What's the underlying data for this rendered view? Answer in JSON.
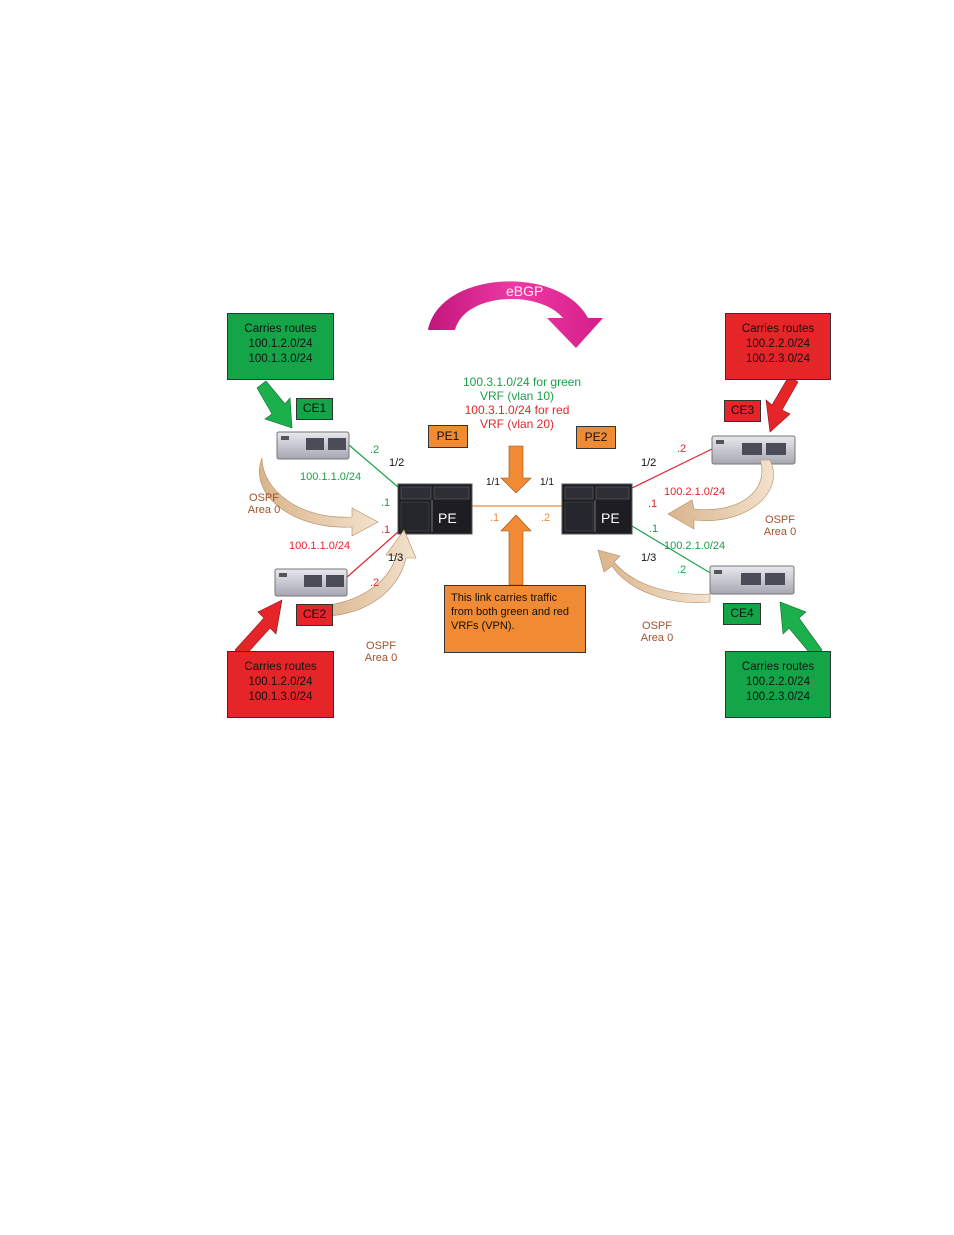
{
  "boxes": {
    "tl": [
      "Carries routes",
      "100.1.2.0/24",
      "100.1.3.0/24"
    ],
    "bl": [
      "Carries routes",
      "100.1.2.0/24",
      "100.1.3.0/24"
    ],
    "tr": [
      "Carries routes",
      "100.2.2.0/24",
      "100.2.3.0/24"
    ],
    "br": [
      "Carries routes",
      "100.2.2.0/24",
      "100.2.3.0/24"
    ],
    "note": [
      "This link carries traffic",
      "from both green and red",
      "VRFs (VPN)."
    ]
  },
  "tags": {
    "ce1": "CE1",
    "ce2": "CE2",
    "ce3": "CE3",
    "ce4": "CE4",
    "pe1": "PE1",
    "pe2": "PE2"
  },
  "pe_label": "PE",
  "ebgp": "eBGP",
  "vrf_text": {
    "green1": "100.3.1.0/24 for green",
    "green2": "VRF (vlan 10)",
    "red1": "100.3.1.0/24 for red",
    "red2": "VRF (vlan 20)"
  },
  "ospf": {
    "ospf": "OSPF",
    "area": "Area 0"
  },
  "subnets": {
    "s1": "100.1.1.0/24",
    "s2": "100.1.1.0/24",
    "s3": "100.2.1.0/24",
    "s4": "100.2.1.0/24"
  },
  "ports": {
    "p12": "1/2",
    "p13": "1/3",
    "p11": "1/1"
  },
  "hosts": {
    "h1": ".1",
    "h2": ".2"
  },
  "colors": {
    "green": "#14a549",
    "red": "#e52528",
    "orange": "#f08a33",
    "magenta": "#e0238c",
    "tan": "#e9c9a4"
  }
}
